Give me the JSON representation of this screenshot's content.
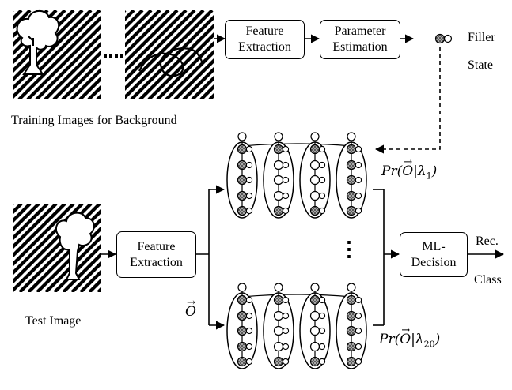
{
  "training_caption": "Training Images for Background",
  "test_caption": "Test Image",
  "boxes": {
    "feature_top": [
      "Feature",
      "Extraction"
    ],
    "parameter": [
      "Parameter",
      "Estimation"
    ],
    "feature_bottom": [
      "Feature",
      "Extraction"
    ],
    "ml": [
      "ML-",
      "Decision"
    ]
  },
  "filler_state": [
    "Filler",
    "State"
  ],
  "output_labels": [
    "Rec.",
    "Class"
  ],
  "observation_symbol": "O",
  "prob_top": {
    "prefix": "Pr(",
    "O": "O",
    "sep": "|λ",
    "sub": "1",
    "suffix": ")"
  },
  "prob_bottom": {
    "prefix": "Pr(",
    "O": "O",
    "sep": "|λ",
    "sub": "20",
    "suffix": ")"
  },
  "ellipsis_vertical": "⋮",
  "colors": {
    "ink": "#000000",
    "hatched_state": "#9a9a9a"
  }
}
